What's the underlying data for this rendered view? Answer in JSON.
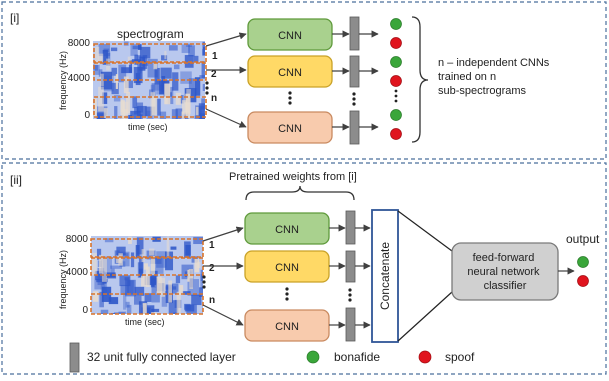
{
  "panel1": {
    "tag": "[i]",
    "spec_title": "spectrogram",
    "y_axis": "frequency (Hz)",
    "x_axis": "time (sec)",
    "ticks": [
      "8000",
      "4000",
      "0"
    ],
    "strip_labels": [
      "1",
      "2",
      "n"
    ],
    "cnn_labels": [
      "CNN",
      "CNN",
      "CNN"
    ],
    "description": "n – independent CNNs trained on n sub-spectrograms"
  },
  "panel2": {
    "tag": "[ii]",
    "weights_label": "Pretrained weights from [i]",
    "y_axis": "frequency (Hz)",
    "x_axis": "time (sec)",
    "ticks": [
      "8000",
      "4000",
      "0"
    ],
    "strip_labels": [
      "1",
      "2",
      "n"
    ],
    "cnn_labels": [
      "CNN",
      "CNN",
      "CNN"
    ],
    "concat_label": "Concatenate",
    "classifier_label": "feed-forward neural network classifier",
    "output_label": "output"
  },
  "legend": {
    "fc_label": "32 unit fully connected layer",
    "bonafide_label": "bonafide",
    "spoof_label": "spoof"
  },
  "colors": {
    "panel_border": "#4a6f9c",
    "strip_border": "#d9742b",
    "cnn1_fill": "#a9d18e",
    "cnn1_stroke": "#5f9a3b",
    "cnn2_fill": "#ffd966",
    "cnn2_stroke": "#c9a227",
    "cnn3_fill": "#f8cbad",
    "cnn3_stroke": "#c98a60",
    "fc_fill": "#8c8c8c",
    "concat_stroke": "#2f5597",
    "classifier_fill": "#d0d0d0",
    "bonafide": "#3aa63a",
    "spoof": "#e0141e",
    "spec_base": "#b9c8ee",
    "spec_dark": "#2e56c8",
    "spec_light": "#e8dccf"
  }
}
